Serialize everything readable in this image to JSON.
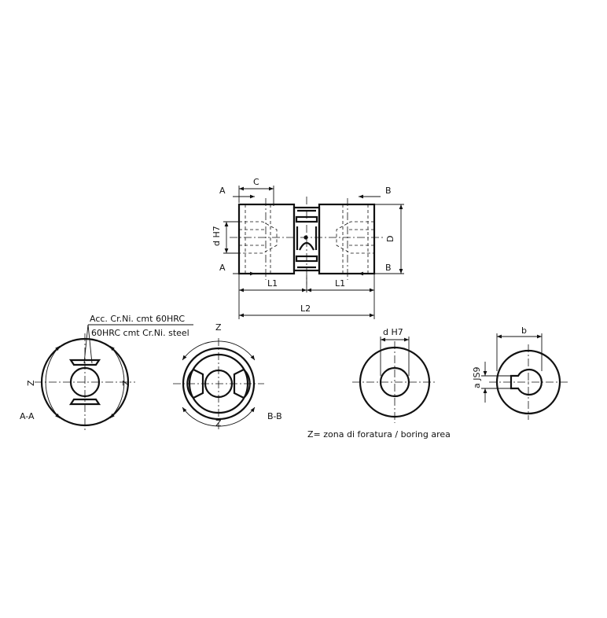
{
  "labels": {
    "section_a_top": "A",
    "section_a_bottom": "A",
    "section_b_top": "B",
    "section_b_bottom": "B",
    "dim_c": "C",
    "dim_d_h7_side": "d H7",
    "dim_d_outer": "D",
    "dim_l1_left": "L1",
    "dim_l1_right": "L1",
    "dim_l2": "L2",
    "material_it": "Acc. Cr.Ni. cmt 60HRC",
    "material_en": "60HRC cmt Cr.Ni. steel",
    "section_aa": "A-A",
    "section_bb": "B-B",
    "z_aa_left": "Z",
    "z_aa_right": "Z",
    "z_bb_top": "Z",
    "z_bb_bottom": "Z",
    "dim_d_h7_bore": "d H7",
    "dim_a_js9": "a JS9",
    "dim_b": "b",
    "note_z": "Z= zona di foratura / boring area"
  }
}
